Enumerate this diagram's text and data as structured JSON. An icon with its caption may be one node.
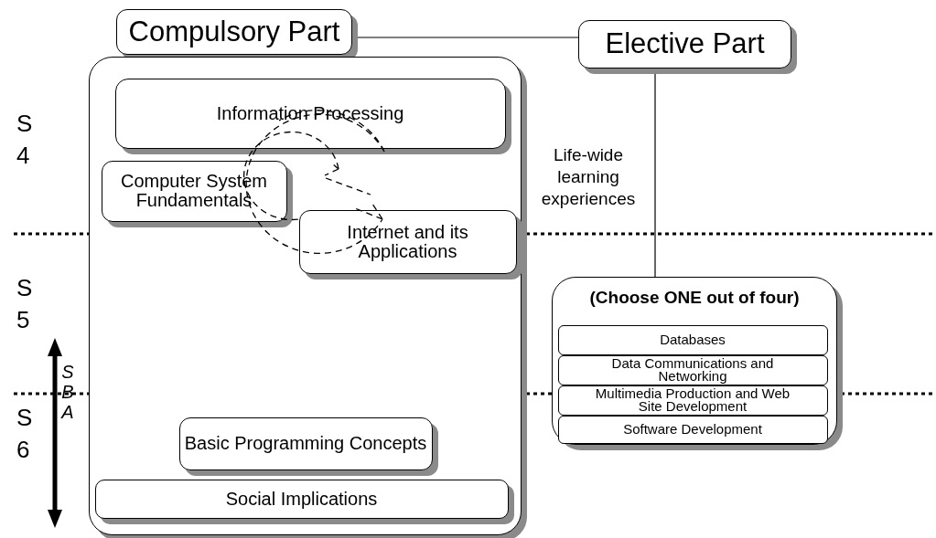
{
  "diagram": {
    "nodes": [
      {
        "text": [
          "Compulsory Part"
        ]
      },
      {
        "text": [
          "Elective Part"
        ]
      },
      {
        "text": [],
        "shape": "box"
      },
      {
        "text": [
          "Information Processing"
        ],
        "in": 2
      },
      {
        "text": [
          "Computer System Fundamentals"
        ],
        "in": 2
      },
      {
        "text": [
          "Internet and its Applications"
        ],
        "in": 2
      },
      {
        "text": [
          "Basic Programming Concepts"
        ],
        "in": 2
      },
      {
        "text": [
          "Social Implications"
        ],
        "in": 2
      },
      {
        "text": [
          "(Choose ONE out of four)"
        ]
      },
      {
        "text": [
          "Databases"
        ],
        "in": 8
      },
      {
        "text": [
          "Data Communications and Networking"
        ],
        "in": 8
      },
      {
        "text": [
          "Multimedia Production and Web Site Development"
        ],
        "in": 8
      },
      {
        "text": [
          "Software Development"
        ],
        "in": 8
      }
    ],
    "edges": [
      {
        "from": 0,
        "to": 1,
        "arrow": "none"
      },
      {
        "from": 1,
        "to": 8,
        "arrow": "none"
      }
    ],
    "labels": [
      "S 4",
      "Life-wide learning experiences",
      "S 5",
      "SBA",
      "S 6"
    ]
  }
}
